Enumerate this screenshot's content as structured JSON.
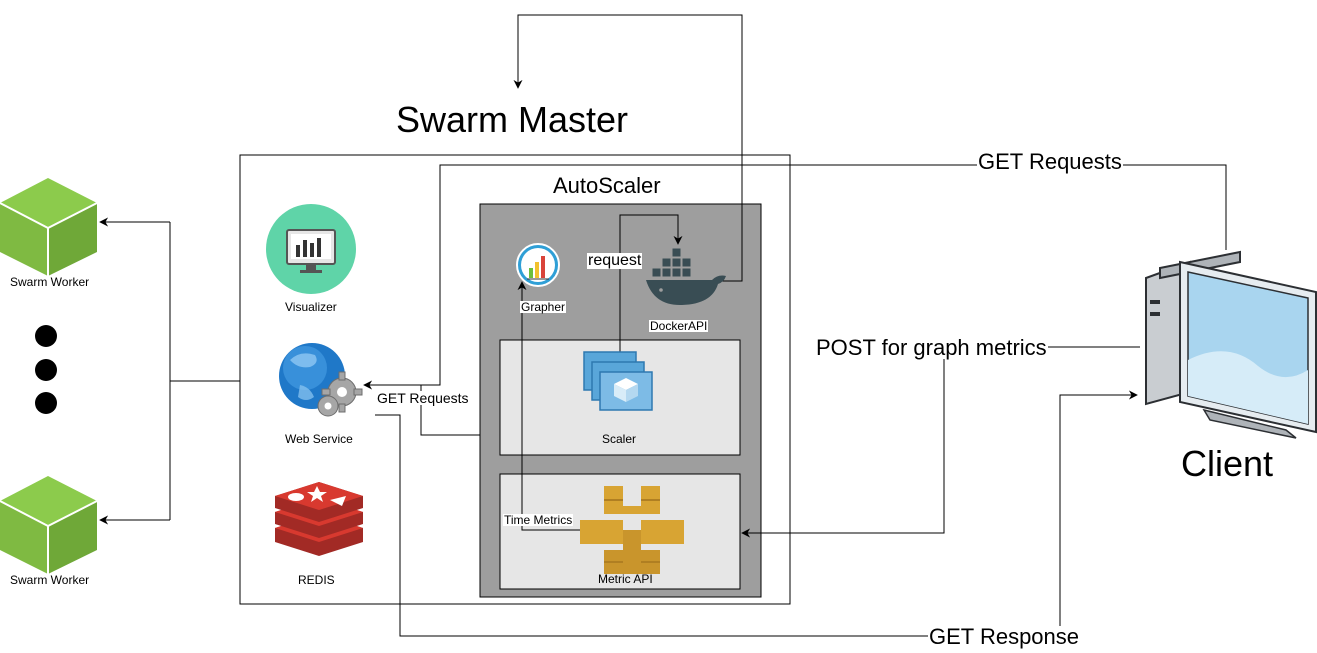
{
  "diagram": {
    "swarm_master_title": "Swarm Master",
    "autoscaler_title": "AutoScaler",
    "client_label": "Client",
    "nodes": {
      "visualizer": "Visualizer",
      "web_service": "Web Service",
      "redis": "REDIS",
      "grapher": "Grapher",
      "docker_api": "DockerAPI",
      "scaler": "Scaler",
      "metric_api": "Metric API",
      "swarm_worker_top": "Swarm Worker",
      "swarm_worker_bottom": "Swarm Worker"
    },
    "edges": {
      "get_requests_client": "GET Requests",
      "get_requests_internal": "GET Requests",
      "post_graph_metrics": "POST for graph metrics",
      "get_response": "GET Response",
      "request": "request",
      "time_metrics": "Time Metrics"
    },
    "colors": {
      "worker_green": "#7fba42",
      "visualizer_teal": "#5fd4a8",
      "autoscaler_gray": "#9e9e9e",
      "inner_box": "#e6e6e6",
      "redis_red": "#c9302c",
      "metric_gold": "#d8a433",
      "docker_dark": "#394d54",
      "globe_blue": "#1f78c8",
      "scaler_blue": "#59a6d9"
    }
  }
}
